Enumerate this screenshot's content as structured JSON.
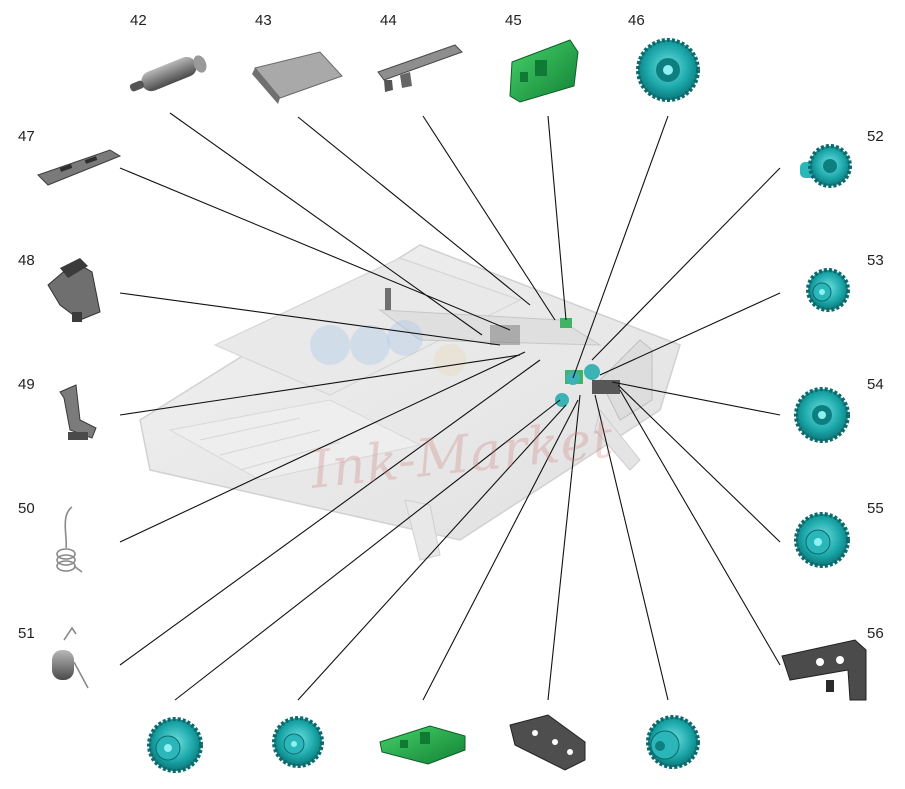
{
  "watermark": "Ink-Market",
  "colors": {
    "gear": "#1aa6a8",
    "bracket": "#1fa84a",
    "metal": "#5c5c5c",
    "roller": "#777777",
    "leader": "#111111"
  },
  "callouts": {
    "c42": "42",
    "c43": "43",
    "c44": "44",
    "c45": "45",
    "c46": "46",
    "c47": "47",
    "c48": "48",
    "c49": "49",
    "c50": "50",
    "c51": "51",
    "c52": "52",
    "c53": "53",
    "c54": "54",
    "c55": "55",
    "c56": "56"
  },
  "parts": [
    {
      "id": "42",
      "icon": "roller-icon"
    },
    {
      "id": "43",
      "icon": "cover-plate-icon"
    },
    {
      "id": "44",
      "icon": "bracket-icon"
    },
    {
      "id": "45",
      "icon": "pcb-bracket-icon"
    },
    {
      "id": "46",
      "icon": "gear-icon"
    },
    {
      "id": "47",
      "icon": "plate-icon"
    },
    {
      "id": "48",
      "icon": "separation-pad-icon"
    },
    {
      "id": "49",
      "icon": "lever-icon"
    },
    {
      "id": "50",
      "icon": "spring-icon"
    },
    {
      "id": "51",
      "icon": "torsion-spring-icon"
    },
    {
      "id": "52",
      "icon": "gear-icon"
    },
    {
      "id": "53",
      "icon": "gear-icon"
    },
    {
      "id": "54",
      "icon": "gear-icon"
    },
    {
      "id": "55",
      "icon": "gear-icon"
    },
    {
      "id": "56",
      "icon": "frame-bracket-icon"
    }
  ]
}
